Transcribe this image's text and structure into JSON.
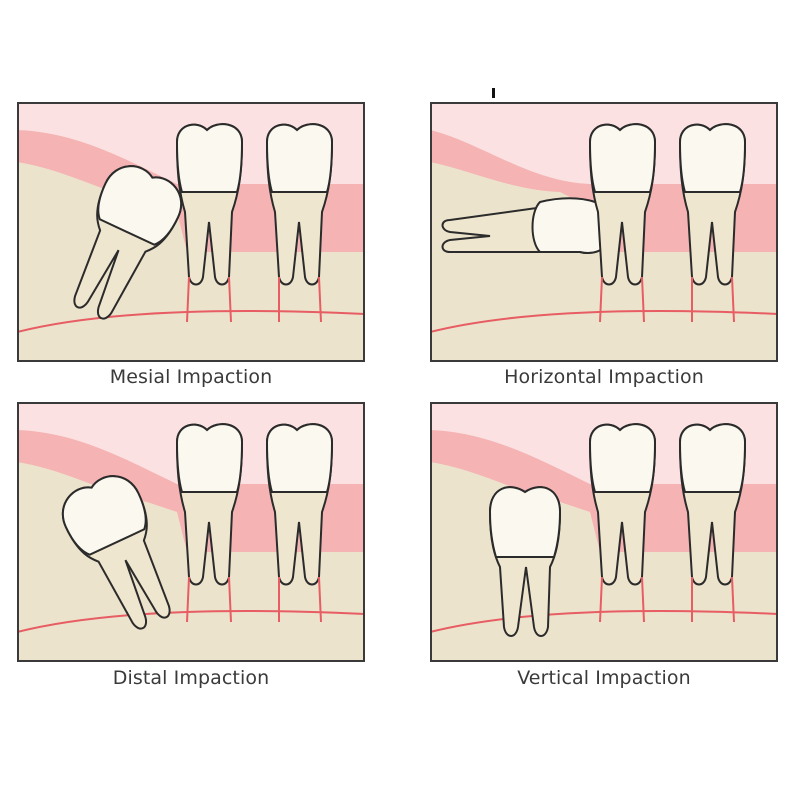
{
  "panels": [
    {
      "caption": "Mesial Impaction"
    },
    {
      "caption": "Horizontal Impaction"
    },
    {
      "caption": "Distal Impaction"
    },
    {
      "caption": "Vertical Impaction"
    }
  ],
  "colors": {
    "bone": "#ece3cc",
    "gum": "#f5b3b3",
    "gum_light": "#fbe1e1",
    "nerve": "#e75d63",
    "tooth_crown": "#fbf8ef",
    "tooth_root": "#efe6cf",
    "outline": "#2b2b2b",
    "frame": "#3a3a3a"
  }
}
